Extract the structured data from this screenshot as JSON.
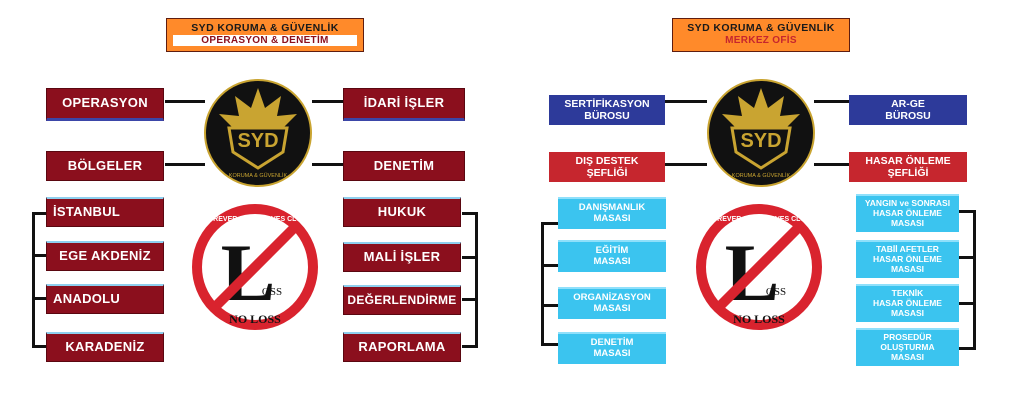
{
  "left": {
    "header": {
      "title": "SYD  KORUMA & GÜVENLİK",
      "subtitle": "OPERASYON & DENETİM"
    },
    "left_top": [
      "OPERASYON",
      "BÖLGELER"
    ],
    "right_top": [
      "İDARİ İŞLER",
      "DENETİM"
    ],
    "left_list": [
      "İSTANBUL",
      "EGE AKDENİZ",
      "ANADOLU",
      "KARADENİZ"
    ],
    "right_list": [
      "HUKUK",
      "MALİ İŞLER",
      "DEĞERLENDİRME",
      "RAPORLAMA"
    ]
  },
  "right": {
    "header": {
      "title": "SYD  KORUMA & GÜVENLİK",
      "subtitle": "MERKEZ OFİS"
    },
    "left_top": [
      "SERTİFİKASYON\nBÜROSU",
      "DIŞ DESTEK\nŞEFLİĞİ"
    ],
    "right_top": [
      "AR-GE\nBÜROSU",
      "HASAR ÖNLEME\nŞEFLİĞİ"
    ],
    "left_list": [
      "DANIŞMANLIK\nMASASI",
      "EĞİTİM\nMASASI",
      "ORGANİZASYON\nMASASI",
      "DENETİM\nMASASI"
    ],
    "right_list": [
      "YANGIN ve SONRASI\nHASAR ÖNLEME\nMASASI",
      "TABİİ AFETLER\nHASAR ÖNLEME\nMASASI",
      "TEKNİK\nHASAR ÖNLEME\nMASASI",
      "PROSEDÜR\nOLUŞTURMA\nMASASI"
    ]
  },
  "emblem": {
    "letters": "SYD",
    "ring_text": "KORUMA & GÜVENLİK",
    "colors": {
      "black": "#111111",
      "gold": "#c9a431"
    }
  },
  "noloss": {
    "big_letter": "L",
    "small_text": "OSS",
    "ring_text": "FOREVER SAFE MOVES CLUB",
    "bottom_text": "NO LOSS",
    "colors": {
      "red": "#d9232e",
      "black": "#111111"
    }
  },
  "colors": {
    "crimson_box": "#8b0f1d",
    "navy_box": "#2d3a9a",
    "red_box": "#c6262e",
    "cyan_box": "#3bc4ef",
    "header_bg": "#ff8a2a",
    "header_sub_left": "#8b0f1d",
    "header_sub_right": "#c6262e"
  }
}
